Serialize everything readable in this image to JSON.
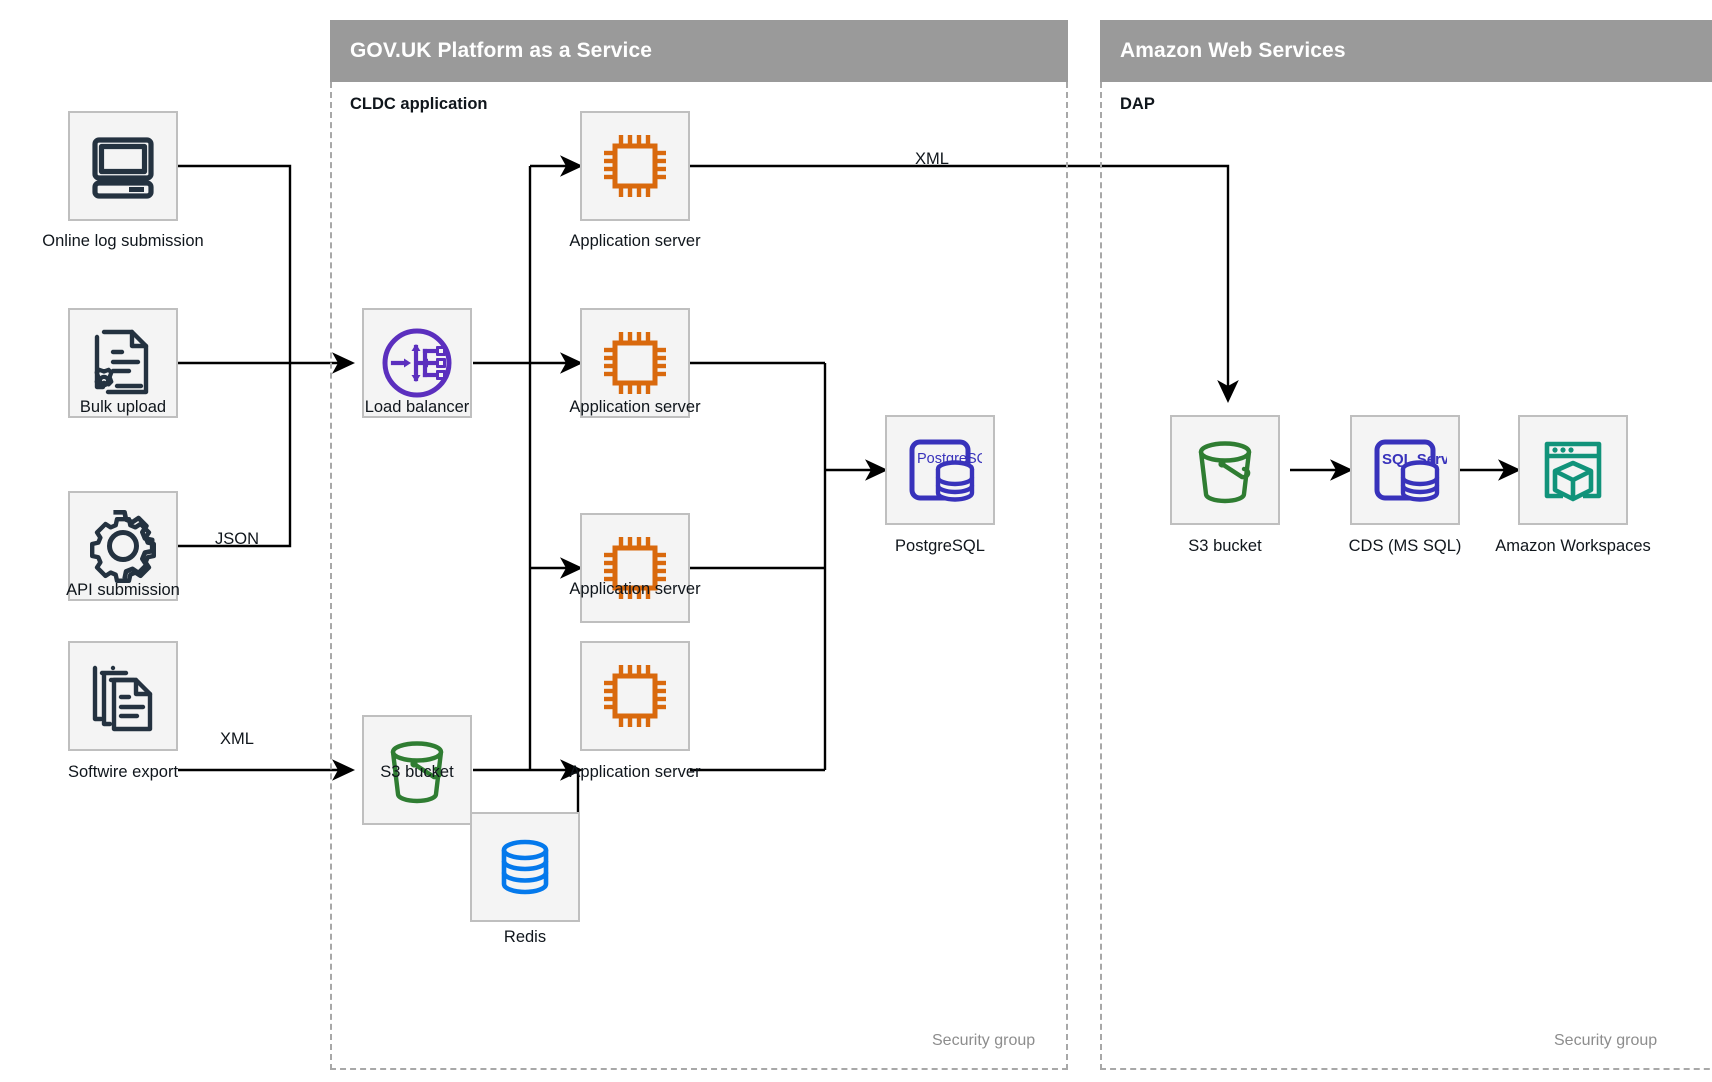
{
  "groups": [
    {
      "id": "paas",
      "title": "GOV.UK Platform as a Service",
      "sublabel": "CLDC application",
      "footer": "Security group"
    },
    {
      "id": "aws",
      "title": "Amazon Web Services",
      "sublabel": "DAP",
      "footer": "Security group"
    }
  ],
  "nodes": {
    "online_log_submission": {
      "label": "Online log submission",
      "icon": "desktop-computer-icon"
    },
    "bulk_upload": {
      "label": "Bulk upload",
      "icon": "document-gear-icon"
    },
    "api_submission": {
      "label": "API submission",
      "icon": "gear-icon"
    },
    "softwire_export": {
      "label": "Softwire export",
      "icon": "document-stack-icon"
    },
    "load_balancer": {
      "label": "Load balancer",
      "icon": "load-balancer-icon"
    },
    "app_server_1": {
      "label": "Application server",
      "icon": "cpu-chip-icon"
    },
    "app_server_2": {
      "label": "Application server",
      "icon": "cpu-chip-icon"
    },
    "app_server_3": {
      "label": "Application server",
      "icon": "cpu-chip-icon"
    },
    "app_server_4": {
      "label": "Application server",
      "icon": "cpu-chip-icon"
    },
    "postgresql": {
      "label": "PostgreSQL",
      "icon": "postgresql-icon",
      "icon_text": "PostgreSQL"
    },
    "paas_s3_bucket": {
      "label": "S3 bucket",
      "icon": "s3-bucket-icon"
    },
    "redis": {
      "label": "Redis",
      "icon": "redis-database-icon"
    },
    "aws_s3_bucket": {
      "label": "S3 bucket",
      "icon": "s3-bucket-icon"
    },
    "cds_ms_sql": {
      "label": "CDS (MS SQL)",
      "icon": "sql-server-icon",
      "icon_text": "SQL Server"
    },
    "amazon_workspaces": {
      "label": "Amazon Workspaces",
      "icon": "amazon-workspaces-icon"
    }
  },
  "edge_labels": {
    "api_json": "JSON",
    "softwire_xml": "XML",
    "appserver_to_s3_xml": "XML"
  },
  "colors": {
    "group_header_bg": "#9a9a9a",
    "node_bg": "#f4f4f4",
    "node_border": "#bfbfbf",
    "dark_navy": "#243240",
    "orange": "#d9690d",
    "purple_lb": "#5b2fbe",
    "blue_postgres": "#3832bb",
    "blue_redis": "#0479ec",
    "green_s3": "#2f7d32",
    "teal_workspaces": "#11937a",
    "line": "#000000",
    "dashed_border": "#a8a8a8"
  }
}
